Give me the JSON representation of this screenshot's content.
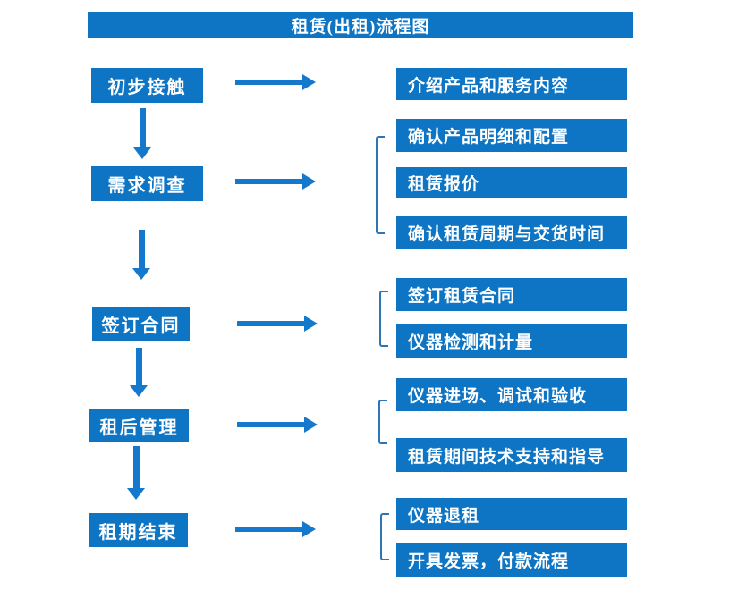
{
  "title": "租赁(出租)流程图",
  "colors": {
    "box_blue": "#0e75c4",
    "arrow_blue": "#1478cc",
    "bracket_blue": "#2e75b6",
    "text_white": "#ffffff",
    "background": "#ffffff"
  },
  "steps": [
    {
      "label": "初步接触",
      "details": [
        "介绍产品和服务内容"
      ]
    },
    {
      "label": "需求调查",
      "details": [
        "确认产品明细和配置",
        "租赁报价",
        "确认租赁周期与交货时间"
      ]
    },
    {
      "label": "签订合同",
      "details": [
        "签订租赁合同",
        "仪器检测和计量"
      ]
    },
    {
      "label": "租后管理",
      "details": [
        "仪器进场、调试和验收",
        "租赁期间技术支持和指导"
      ]
    },
    {
      "label": "租期结束",
      "details": [
        "仪器退租",
        "开具发票，付款流程"
      ]
    }
  ]
}
